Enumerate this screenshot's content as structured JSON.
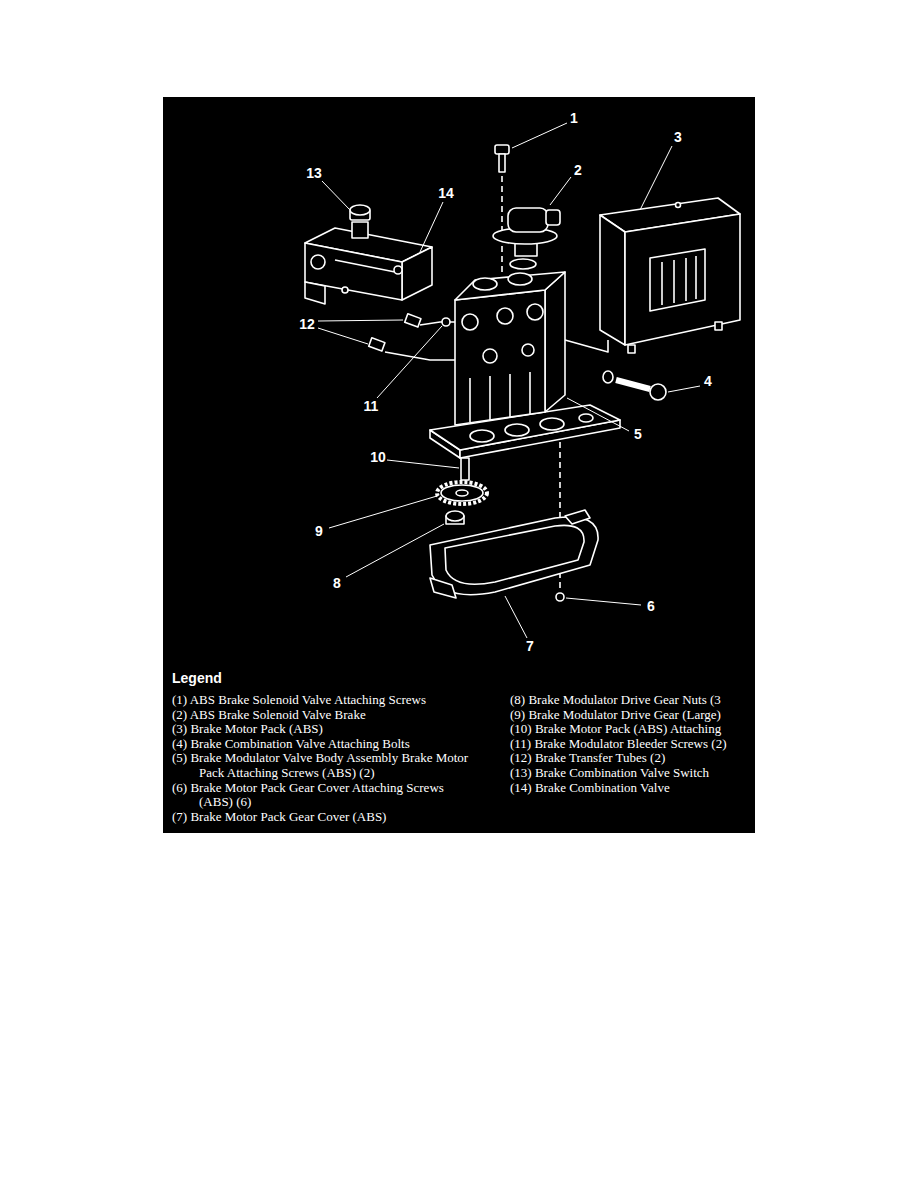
{
  "diagram": {
    "labels": [
      "1",
      "2",
      "3",
      "4",
      "5",
      "6",
      "7",
      "8",
      "9",
      "10",
      "11",
      "12",
      "13",
      "14",
      "Legend",
      "(1) ABS Brake Solenoid Valve Attaching Screws",
      "(2) ABS Brake Solenoid Valve Brake",
      "(3) Brake Motor Pack (ABS)",
      "(4) Brake Combination Valve Attaching Bolts",
      "(5) Brake Modulator Valve Body Assembly Brake Motor Pack Attaching Screws (ABS) (2)",
      "(6) Brake Motor Pack Gear Cover Attaching Screws (ABS) (6)",
      "(7) Brake Motor Pack Gear Cover (ABS)",
      "(8) Brake Modulator Drive Gear Nuts (3",
      "(9) Brake Modulator Drive Gear (Large)",
      "(10) Brake Motor Pack (ABS) Attaching",
      "(11) Brake Modulator Bleeder Screws (2)",
      "(12) Brake Transfer Tubes (2)",
      "(13) Brake Combination Valve Switch",
      "(14) Brake Combination Valve"
    ]
  }
}
